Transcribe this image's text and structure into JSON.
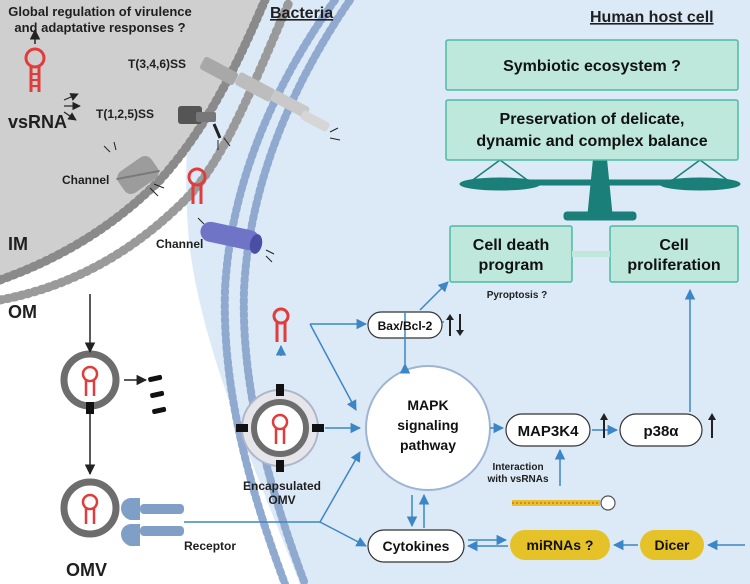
{
  "headings": {
    "bacteria": "Bacteria",
    "host": "Human host cell"
  },
  "bacteria_side": {
    "global_question_line1": "Global regulation of virulence",
    "global_question_line2": "and adaptative responses ?",
    "vsrna": "vsRNA",
    "secretion_a": "T(3,4,6)SS",
    "secretion_b": "T(1,2,5)SS",
    "channel_outer": "Channel",
    "channel_host": "Channel",
    "im": "IM",
    "om": "OM",
    "omv": "OMV",
    "receptor": "Receptor",
    "encapsulated_line1": "Encapsulated",
    "encapsulated_line2": "OMV"
  },
  "host_side": {
    "symbiotic": "Symbiotic ecosystem ?",
    "balance_line1": "Preservation of delicate,",
    "balance_line2": "dynamic and complex balance",
    "cell_death_line1": "Cell death",
    "cell_death_line2": "program",
    "pyroptosis": "Pyroptosis ?",
    "proliferation_line1": "Cell",
    "proliferation_line2": "proliferation",
    "bax": "Bax/Bcl-2",
    "mapk_line1": "MAPK",
    "mapk_line2": "signaling",
    "mapk_line3": "pathway",
    "map3k4": "MAP3K4",
    "p38": "p38α",
    "interaction_line1": "Interaction",
    "interaction_line2": "with vsRNAs",
    "cytokines": "Cytokines",
    "mirnas": "miRNAs ?",
    "dicer": "Dicer"
  },
  "colors": {
    "bacteria_fill": "#cfcfcf",
    "host_fill": "#dceaf7",
    "teal_box": "#bfe8dc",
    "teal_border": "#4fb9a2",
    "balance": "#1a7f78",
    "arrow_blue": "#3d86c6",
    "rna_red": "#e23b3b",
    "mirna_yellow": "#e6c229",
    "membrane_blue": "#7f9fc6",
    "channel_purple": "#6f74c7"
  }
}
